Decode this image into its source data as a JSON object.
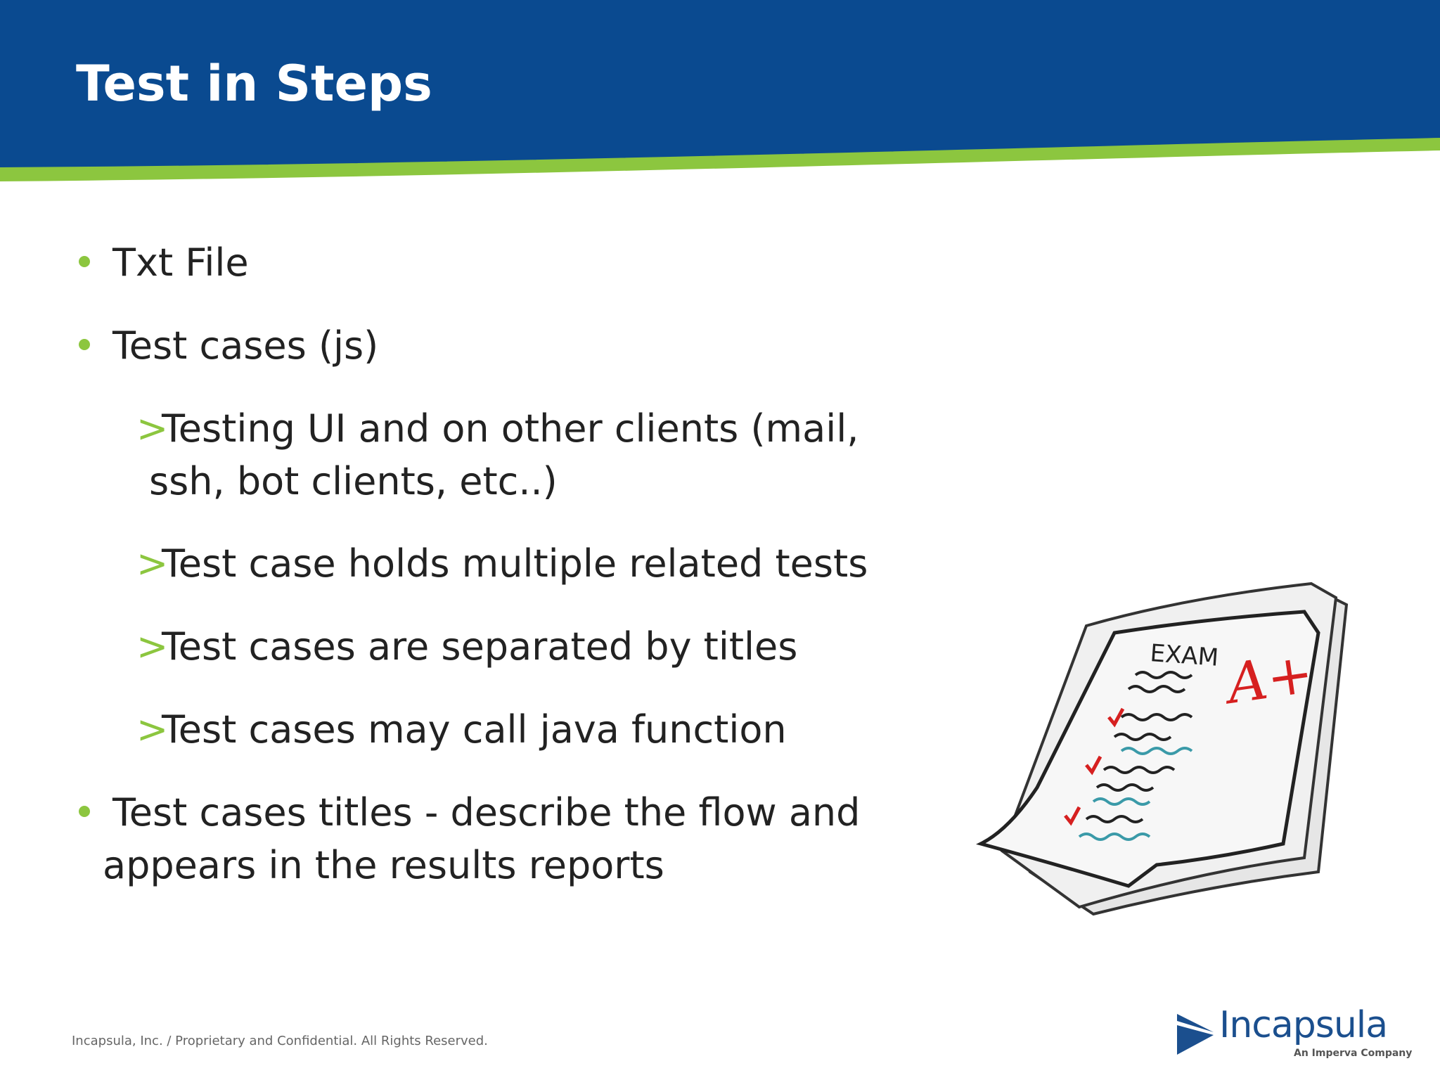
{
  "slide": {
    "title": "Test in Steps",
    "colors": {
      "header_blue": "#0a4a90",
      "accent_green": "#8cc63f",
      "text": "#222222"
    },
    "bullets": [
      {
        "text": "Txt File"
      },
      {
        "text": "Test cases (js)"
      },
      {
        "sub": true,
        "marker": ">",
        "line1": "Testing UI and on other clients (mail,",
        "line2": "ssh, bot clients, etc..)"
      },
      {
        "sub": true,
        "marker": ">",
        "text": "Test case holds multiple related tests"
      },
      {
        "sub": true,
        "marker": ">",
        "text": "Test cases are separated by titles"
      },
      {
        "sub": true,
        "marker": ">",
        "text": "Test cases may call java function"
      },
      {
        "line1": "Test cases titles - describe the flow and",
        "line2": "appears in the results reports"
      }
    ],
    "illustration": {
      "icon": "exam-paper-icon",
      "heading": "EXAM",
      "grade": "A+"
    },
    "footer": "Incapsula, Inc. /  Proprietary and Confidential. All Rights Reserved.",
    "logo": {
      "name": "Incapsula",
      "tagline": "An Imperva Company"
    }
  }
}
